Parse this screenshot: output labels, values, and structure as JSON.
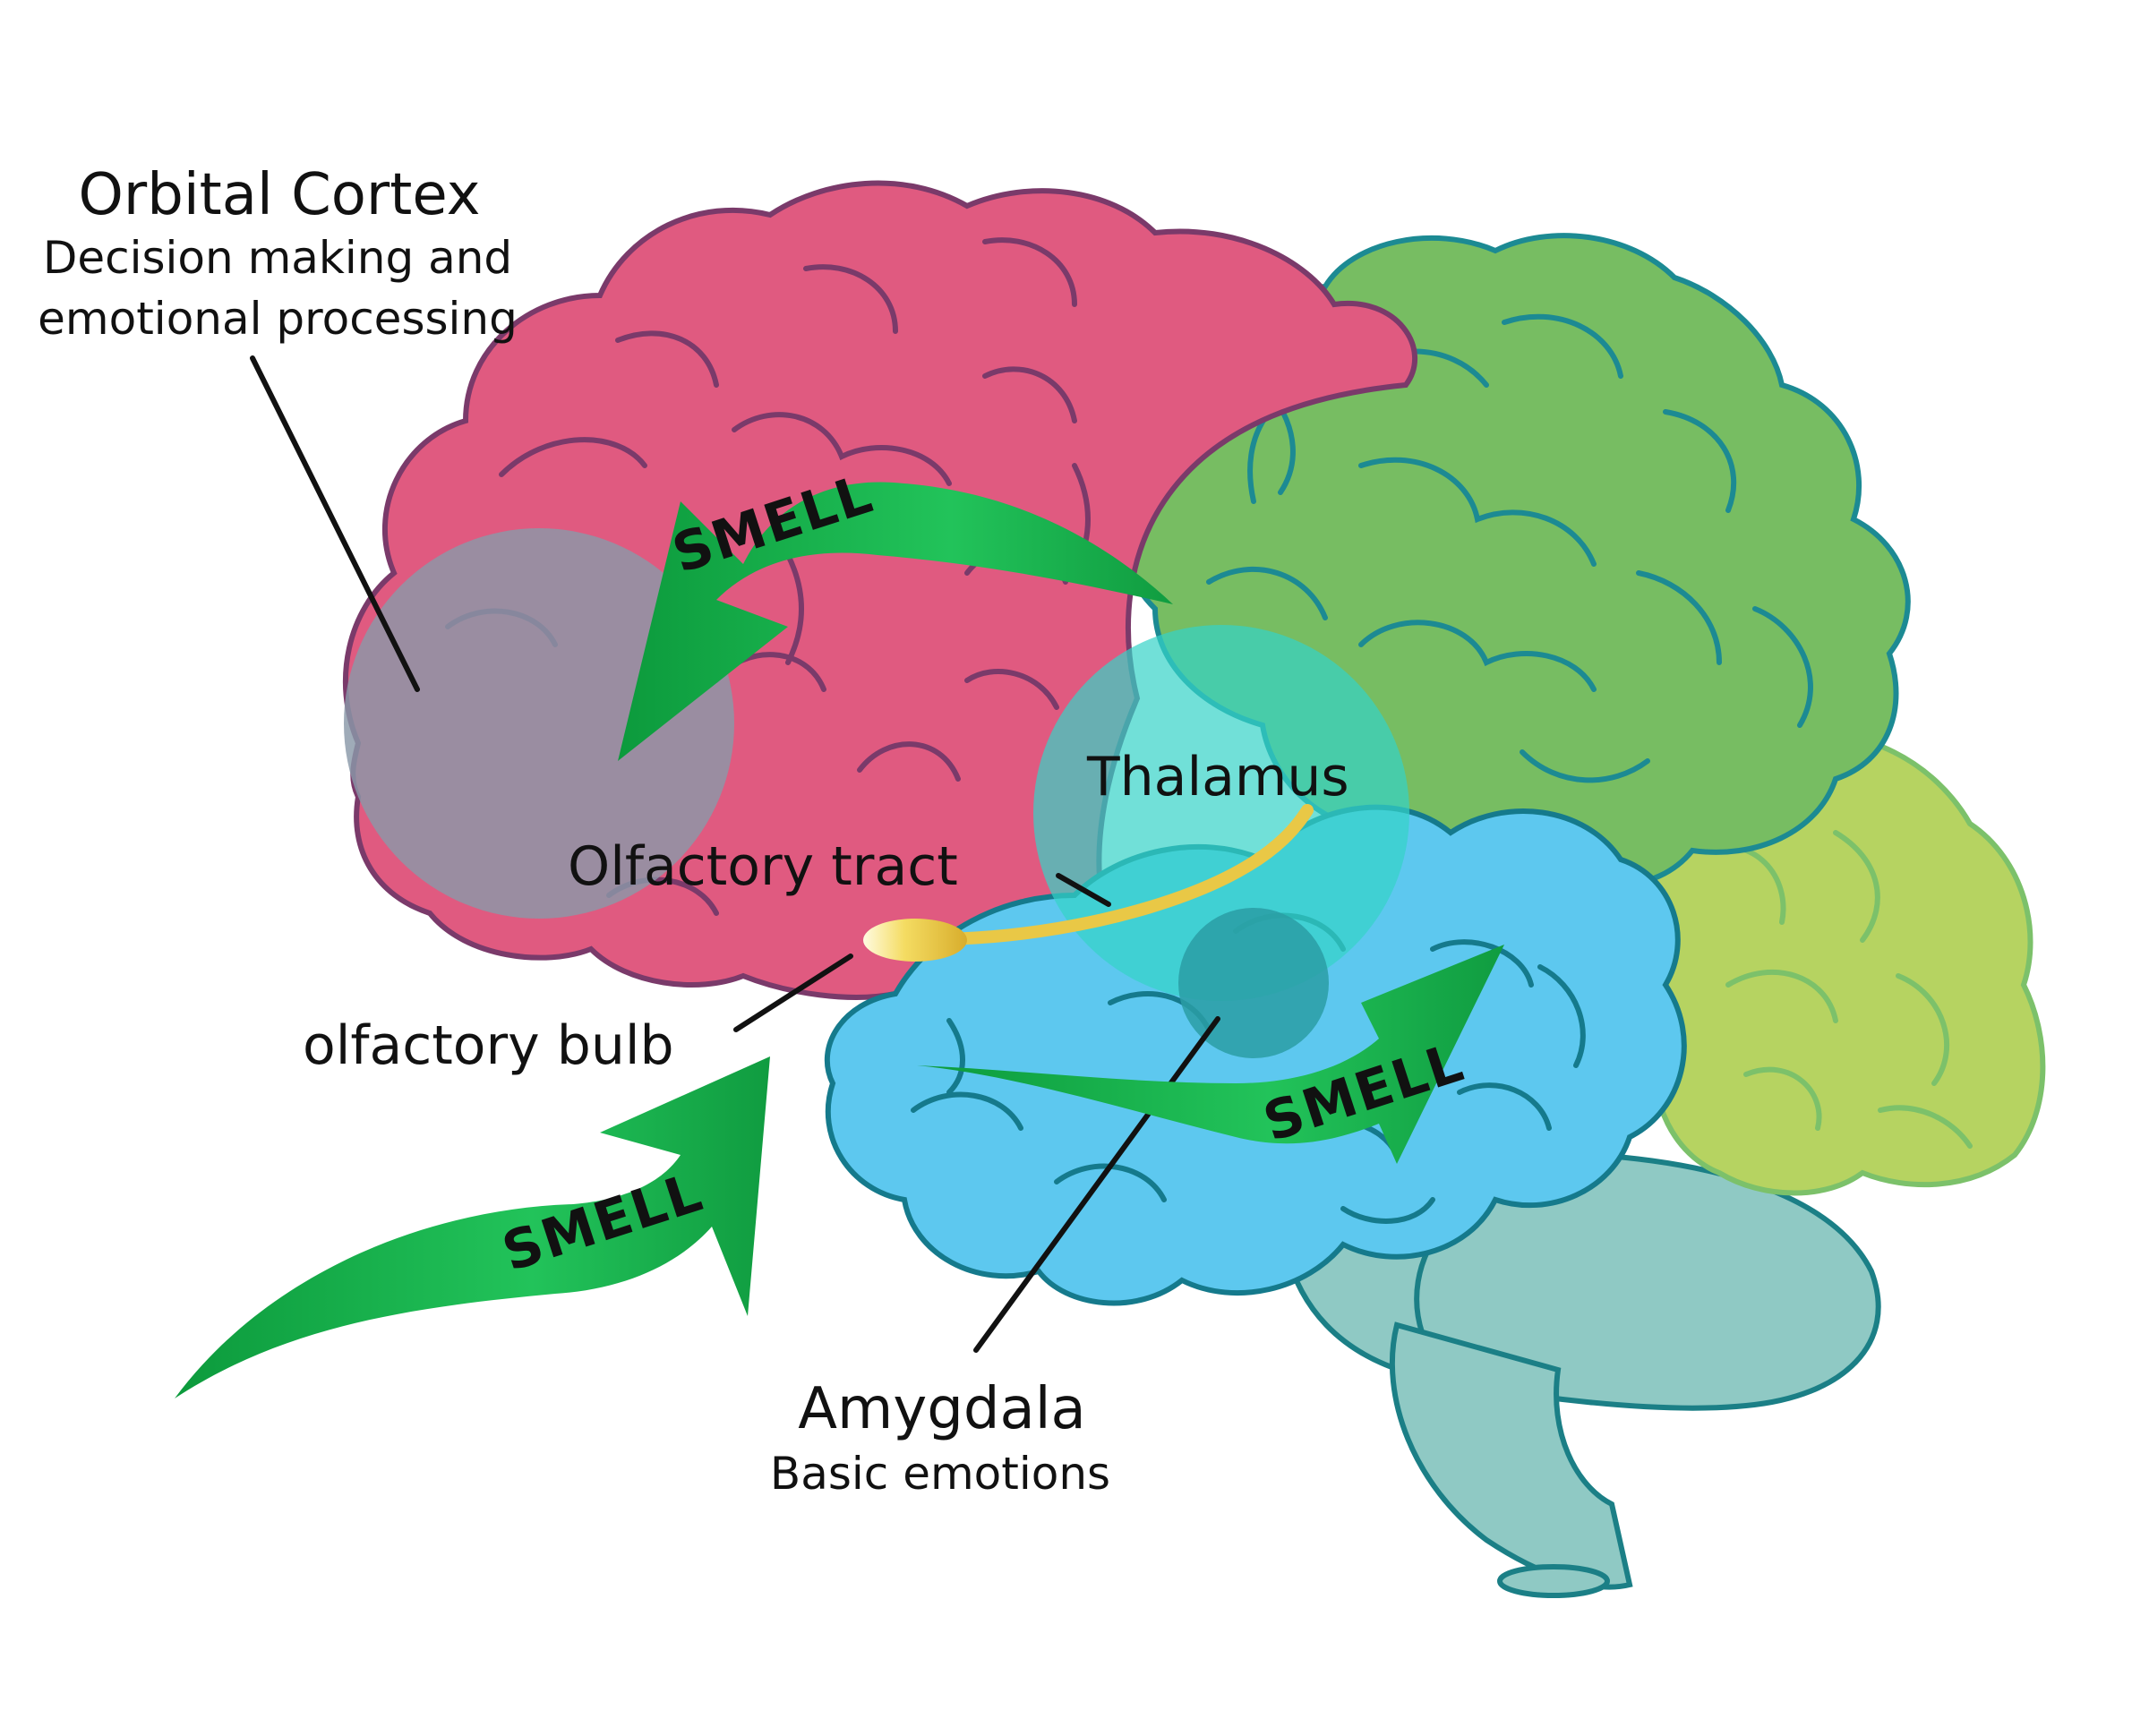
{
  "labels": {
    "orbital_cortex": {
      "title": "Orbital Cortex",
      "desc_line1": "Decision making and",
      "desc_line2": "emotional processing"
    },
    "thalamus": "Thalamus",
    "olfactory_tract": "Olfactory tract",
    "olfactory_bulb": "olfactory bulb",
    "amygdala": {
      "title": "Amygdala",
      "desc": "Basic emotions"
    },
    "smell_arrows": [
      "SMELL",
      "SMELL",
      "SMELL"
    ]
  },
  "colors": {
    "frontal_lobe": "#e05a80",
    "parietal_lobe": "#77bd62",
    "occipital_lobe": "#b6d361",
    "temporal_lobe": "#5dc8ef",
    "cerebellum_brainstem": "#8fc9c4",
    "orbital_cortex_overlay": "#8a98a8",
    "thalamus_overlay": "#35d3c8",
    "amygdala_overlay": "#2a9ea4",
    "arrow_green": "#16b34a",
    "olfactory_yellow": "#f2d75a"
  }
}
